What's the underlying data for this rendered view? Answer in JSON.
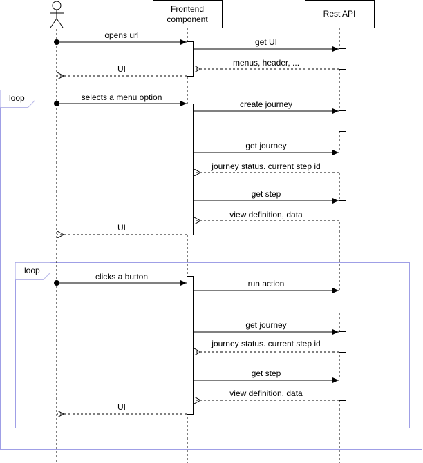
{
  "diagram": {
    "participants": [
      {
        "id": "user",
        "type": "actor",
        "label": ""
      },
      {
        "id": "frontend",
        "type": "box",
        "label_lines": [
          "Frontend",
          "component"
        ]
      },
      {
        "id": "api",
        "type": "box",
        "label_lines": [
          "Rest API"
        ]
      }
    ],
    "frames": [
      {
        "id": "outer",
        "label": "loop"
      },
      {
        "id": "inner",
        "label": "loop"
      }
    ],
    "messages": [
      {
        "from": "user",
        "to": "frontend",
        "label": "opens url",
        "style": "sync"
      },
      {
        "from": "frontend",
        "to": "api",
        "label": "get UI",
        "style": "sync"
      },
      {
        "from": "api",
        "to": "frontend",
        "label": "menus, header, ...",
        "style": "return"
      },
      {
        "from": "frontend",
        "to": "user",
        "label": "UI",
        "style": "return"
      },
      {
        "from": "user",
        "to": "frontend",
        "label": "selects a menu option",
        "style": "sync"
      },
      {
        "from": "frontend",
        "to": "api",
        "label": "create journey",
        "style": "sync"
      },
      {
        "from": "frontend",
        "to": "api",
        "label": "get journey",
        "style": "sync"
      },
      {
        "from": "api",
        "to": "frontend",
        "label": "journey status. current step id",
        "style": "return"
      },
      {
        "from": "frontend",
        "to": "api",
        "label": "get step",
        "style": "sync"
      },
      {
        "from": "api",
        "to": "frontend",
        "label": "view definition, data",
        "style": "return"
      },
      {
        "from": "frontend",
        "to": "user",
        "label": "UI",
        "style": "return"
      },
      {
        "from": "user",
        "to": "frontend",
        "label": "clicks a button",
        "style": "sync"
      },
      {
        "from": "frontend",
        "to": "api",
        "label": "run action",
        "style": "sync"
      },
      {
        "from": "frontend",
        "to": "api",
        "label": "get journey",
        "style": "sync"
      },
      {
        "from": "api",
        "to": "frontend",
        "label": "journey status. current step id",
        "style": "return"
      },
      {
        "from": "frontend",
        "to": "api",
        "label": "get step",
        "style": "sync"
      },
      {
        "from": "api",
        "to": "frontend",
        "label": "view definition, data",
        "style": "return"
      },
      {
        "from": "frontend",
        "to": "user",
        "label": "UI",
        "style": "return"
      }
    ],
    "colors": {
      "line": "#000000",
      "lifeline": "#000000",
      "frame_border": "#9f9fe6",
      "frame_label_border": "#b9b9e9",
      "box_fill": "#ffffff"
    }
  }
}
